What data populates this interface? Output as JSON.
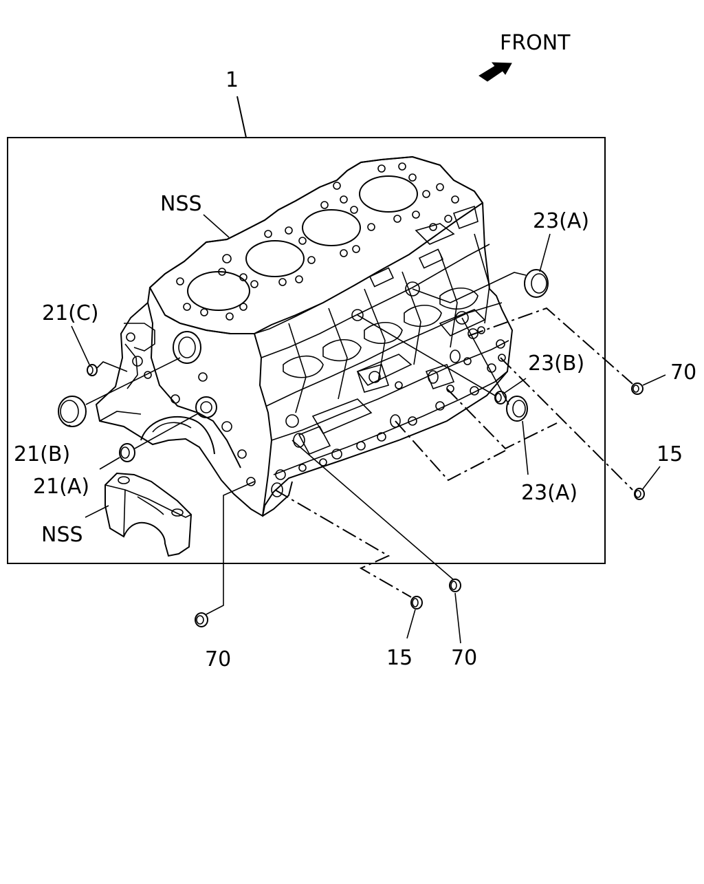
{
  "diagram": {
    "front_label": "FRONT",
    "assembly_ref": "1",
    "labels": {
      "nss_top": "NSS",
      "nss_bottom": "NSS",
      "r21c": "21(C)",
      "r21b": "21(B)",
      "r21a": "21(A)",
      "r23a_top": "23(A)",
      "r23b": "23(B)",
      "r23a_bottom": "23(A)",
      "r70_right": "70",
      "r15_right": "15",
      "r70_left": "70",
      "r15_bottom": "15",
      "r70_bottom": "70"
    }
  },
  "colors": {
    "line": "#000000",
    "background": "#ffffff"
  }
}
